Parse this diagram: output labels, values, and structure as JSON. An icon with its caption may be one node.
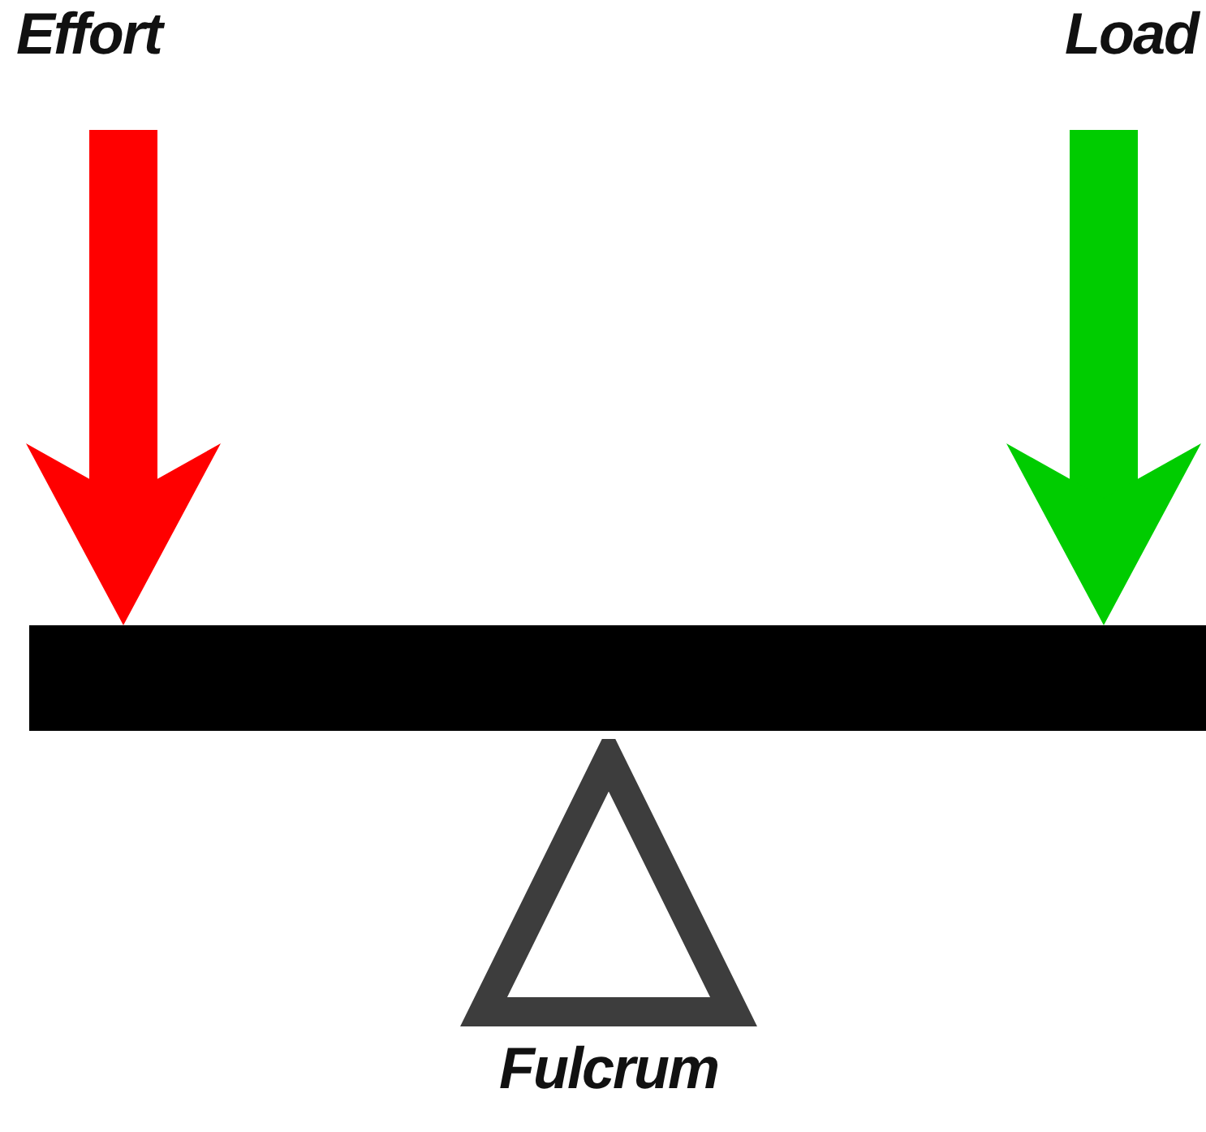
{
  "diagram": {
    "nodes": [
      {
        "text": [
          "Effort"
        ]
      },
      {
        "text": [
          "Load"
        ]
      },
      {
        "text": [],
        "shape": "bar"
      },
      {
        "text": [
          "Fulcrum"
        ]
      }
    ],
    "edges": [
      {
        "from": 0,
        "to": 2,
        "arrow": "to",
        "color": "#ff0000"
      },
      {
        "from": 1,
        "to": 2,
        "arrow": "to",
        "color": "#00cc00"
      }
    ]
  }
}
